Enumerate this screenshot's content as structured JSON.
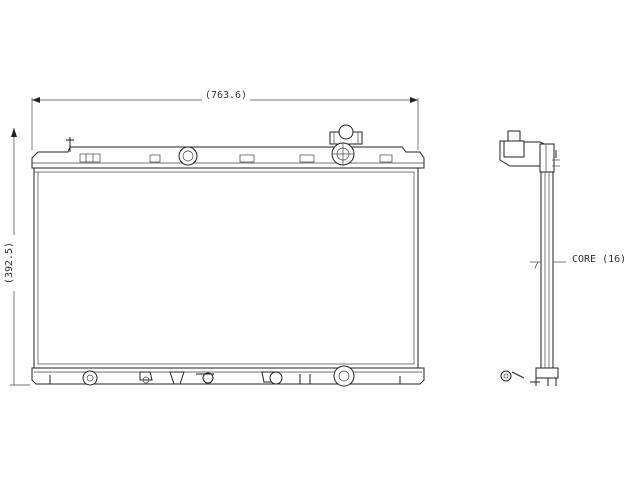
{
  "dimensions": {
    "width_label": "(763.6)",
    "height_label": "(392.5)",
    "core_thickness_label": "CORE (16)"
  },
  "colors": {
    "line": "#222222",
    "background": "#ffffff"
  }
}
